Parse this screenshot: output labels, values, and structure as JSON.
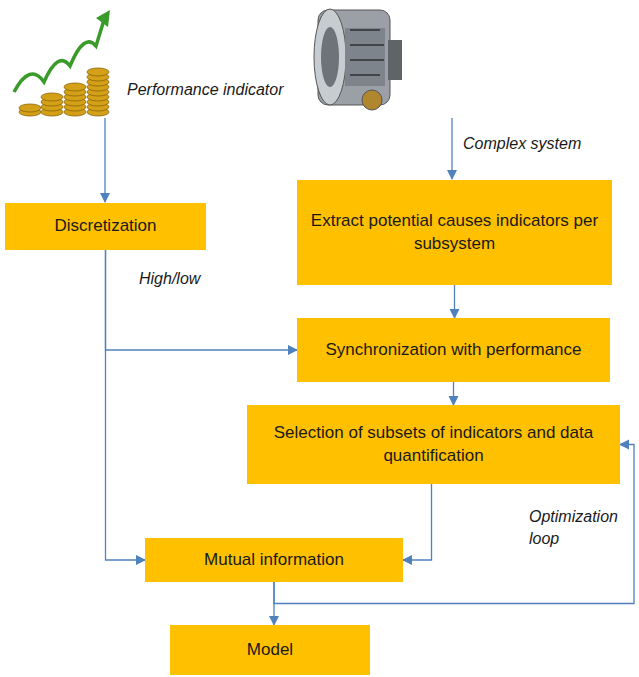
{
  "diagram": {
    "nodes": [
      {
        "text": [
          "Discretization"
        ]
      },
      {
        "text": [
          "Extract potential causes indicators per subsystem"
        ]
      },
      {
        "text": [
          "Synchronization with performance"
        ]
      },
      {
        "text": [
          "Selection of subsets of indicators and data quantification"
        ]
      },
      {
        "text": [
          "Mutual information"
        ]
      },
      {
        "text": [
          "Model"
        ]
      }
    ],
    "edges": [
      {
        "from": 1,
        "to": 2,
        "arrow": "to"
      },
      {
        "from": 0,
        "to": 2,
        "arrow": "to"
      },
      {
        "from": 2,
        "to": 3,
        "arrow": "to"
      },
      {
        "from": 0,
        "to": 4,
        "arrow": "to"
      },
      {
        "from": 3,
        "to": 4,
        "arrow": "to"
      },
      {
        "from": 4,
        "to": 5,
        "arrow": "to"
      },
      {
        "from": 4,
        "to": 3,
        "arrow": "to"
      }
    ],
    "labels": [
      "Performance indicator",
      "Complex system",
      "High/low",
      "Optimization loop"
    ]
  }
}
